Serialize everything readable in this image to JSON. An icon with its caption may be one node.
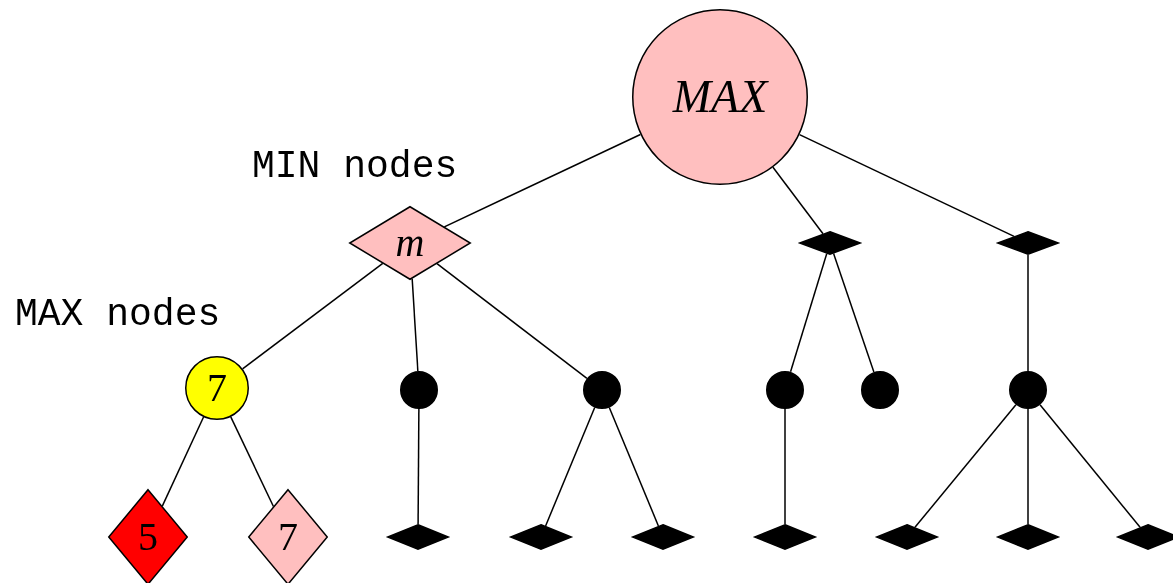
{
  "diagram": {
    "nodes": [
      {
        "text": [
          "MAX"
        ]
      },
      {
        "text": [
          "m"
        ]
      },
      {
        "text": [],
        "shape": "diamond"
      },
      {
        "text": [],
        "shape": "diamond"
      },
      {
        "text": [
          "7"
        ]
      },
      {
        "text": [],
        "shape": "circle"
      },
      {
        "text": [],
        "shape": "circle"
      },
      {
        "text": [],
        "shape": "circle"
      },
      {
        "text": [],
        "shape": "circle"
      },
      {
        "text": [],
        "shape": "circle"
      },
      {
        "text": [
          "5"
        ]
      },
      {
        "text": [
          "7"
        ]
      },
      {
        "text": [],
        "shape": "diamond"
      },
      {
        "text": [],
        "shape": "diamond"
      },
      {
        "text": [],
        "shape": "diamond"
      },
      {
        "text": [],
        "shape": "diamond"
      },
      {
        "text": [],
        "shape": "diamond"
      },
      {
        "text": [],
        "shape": "diamond"
      },
      {
        "text": [],
        "shape": "diamond"
      }
    ],
    "edges": [
      {
        "from": 0,
        "to": 1,
        "arrow": "none"
      },
      {
        "from": 0,
        "to": 2,
        "arrow": "none"
      },
      {
        "from": 0,
        "to": 3,
        "arrow": "none"
      },
      {
        "from": 1,
        "to": 4,
        "arrow": "none"
      },
      {
        "from": 1,
        "to": 5,
        "arrow": "none"
      },
      {
        "from": 1,
        "to": 6,
        "arrow": "none"
      },
      {
        "from": 2,
        "to": 7,
        "arrow": "none"
      },
      {
        "from": 2,
        "to": 8,
        "arrow": "none"
      },
      {
        "from": 3,
        "to": 9,
        "arrow": "none"
      },
      {
        "from": 4,
        "to": 10,
        "arrow": "none"
      },
      {
        "from": 4,
        "to": 11,
        "arrow": "none"
      },
      {
        "from": 5,
        "to": 12,
        "arrow": "none"
      },
      {
        "from": 6,
        "to": 13,
        "arrow": "none"
      },
      {
        "from": 6,
        "to": 14,
        "arrow": "none"
      },
      {
        "from": 7,
        "to": 15,
        "arrow": "none"
      },
      {
        "from": 9,
        "to": 16,
        "arrow": "none"
      },
      {
        "from": 9,
        "to": 17,
        "arrow": "none"
      },
      {
        "from": 9,
        "to": 18,
        "arrow": "none"
      }
    ],
    "labels": [
      "MIN nodes",
      "MAX nodes"
    ]
  }
}
